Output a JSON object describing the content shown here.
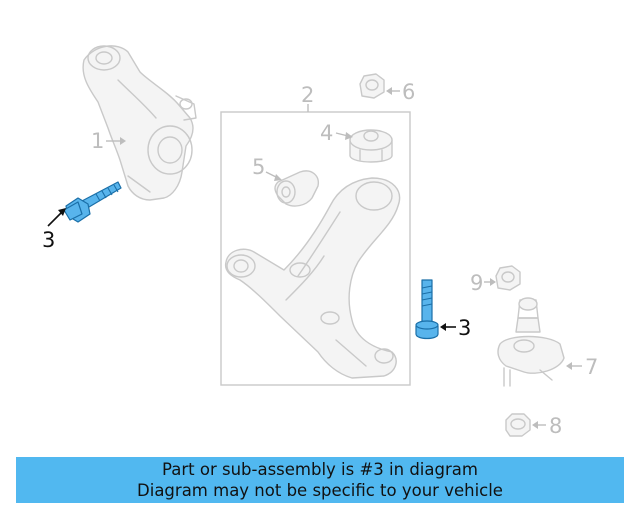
{
  "diagram": {
    "callouts": {
      "c1": "1",
      "c2": "2",
      "c3_left": "3",
      "c3_right": "3",
      "c4": "4",
      "c5": "5",
      "c6": "6",
      "c7": "7",
      "c8": "8",
      "c9": "9"
    },
    "highlight_color": "#58b4ec"
  },
  "banner": {
    "line1": "Part or sub-assembly is #3 in diagram",
    "line2": "Diagram may not be specific to your vehicle",
    "background": "#51b8f0"
  }
}
